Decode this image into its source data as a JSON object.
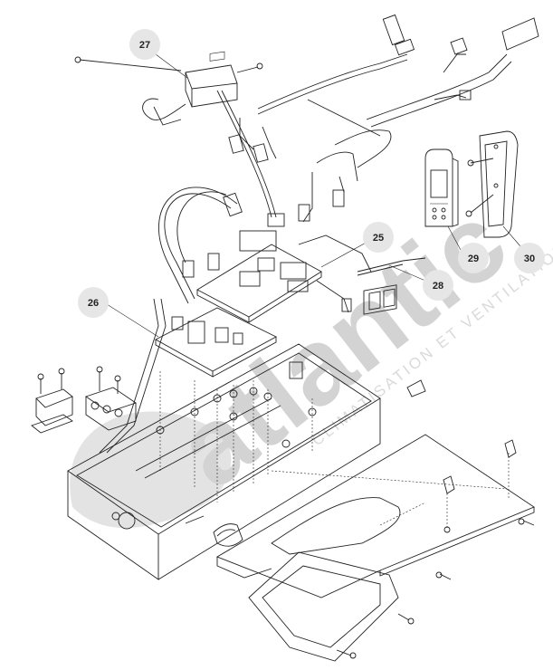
{
  "watermark": {
    "brand": "atlantic",
    "tagline": "CLIMATISATION ET VENTILATION"
  },
  "callouts": {
    "c25": "25",
    "c26": "26",
    "c27": "27",
    "c28": "28",
    "c29": "29",
    "c30": "30"
  }
}
